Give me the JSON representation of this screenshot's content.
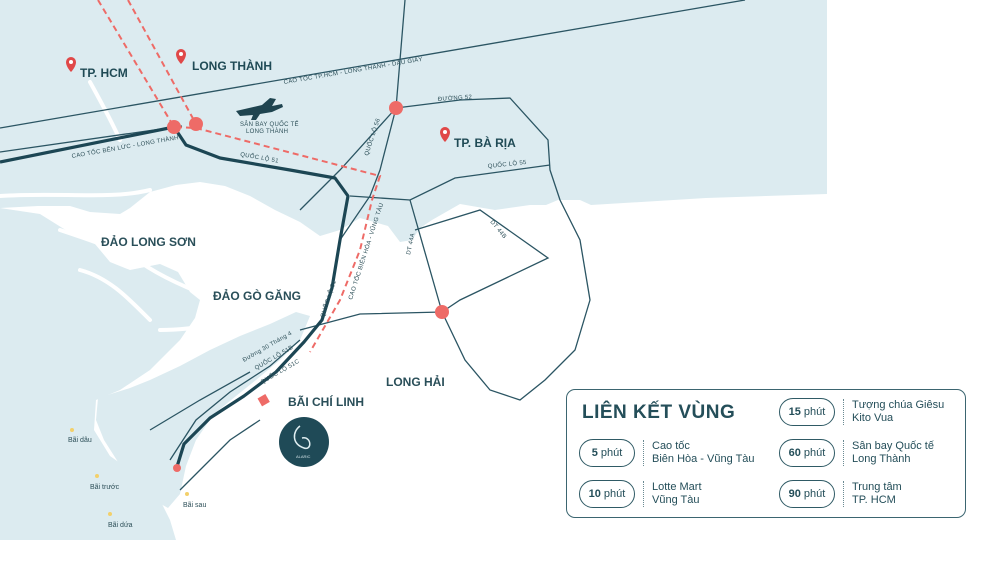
{
  "map": {
    "cities": [
      {
        "id": "tp-hcm",
        "label": "TP. HCM"
      },
      {
        "id": "long-thanh",
        "label": "LONG THÀNH"
      },
      {
        "id": "ba-ria",
        "label": "TP. BÀ RỊA"
      }
    ],
    "islands": [
      {
        "id": "long-son",
        "label": "ĐẢO LONG SƠN"
      },
      {
        "id": "go-gang",
        "label": "ĐẢO GÒ GĂNG"
      },
      {
        "id": "long-hai",
        "label": "LONG HẢI"
      },
      {
        "id": "bai-chi-linh",
        "label": "BÃI CHÍ LINH"
      }
    ],
    "roads": {
      "cao_toc_hcm_lt_dg": "CAO TỐC TP.HCM - LONG THÀNH - DẦU GIÂY",
      "cao_toc_bl_lt": "CAO TỐC BẾN LỨC - LONG THÀNH",
      "ql51_top": "QUỐC LỘ 51",
      "ql51_bottom": "QUỐC LỘ 51",
      "ql56": "QUỐC LỘ 56",
      "ql55": "QUỐC LỘ 55",
      "duong52": "ĐƯỜNG 52",
      "dt44a": "DT 44A",
      "dt44b": "DT 44B",
      "cao_toc_bh_vt": "CAO TỐC BIÊN HÒA - VŨNG TÀU",
      "duong30thang4": "Đường 30 Tháng 4",
      "ql51b": "QUỐC LỘ 51B",
      "ql51c": "QUỐC LỘ 51C"
    },
    "airport": {
      "line1": "SÂN BAY QUỐC TẾ",
      "line2": "LONG THÀNH"
    },
    "beaches": [
      {
        "id": "bai-dau",
        "label": "Bãi dâu"
      },
      {
        "id": "bai-truoc",
        "label": "Bãi trước"
      },
      {
        "id": "bai-sau",
        "label": "Bãi sau"
      },
      {
        "id": "bai-dua",
        "label": "Bãi dứa"
      }
    ],
    "logo_text": "ALARIC",
    "colors": {
      "water": "#dcebf0",
      "road": "#1c4654",
      "accent": "#ee6b67"
    }
  },
  "card": {
    "title": "LIÊN KẾT VÙNG",
    "unit": "phút",
    "items": [
      {
        "minutes": "5",
        "desc": "Cao tốc\nBiên Hòa - Vũng Tàu"
      },
      {
        "minutes": "10",
        "desc": "Lotte Mart\nVũng Tàu"
      },
      {
        "minutes": "15",
        "desc": "Tượng chúa Giêsu\nKito Vua"
      },
      {
        "minutes": "60",
        "desc": "Sân bay Quốc tế\nLong Thành"
      },
      {
        "minutes": "90",
        "desc": "Trung tâm\nTP. HCM"
      }
    ]
  }
}
